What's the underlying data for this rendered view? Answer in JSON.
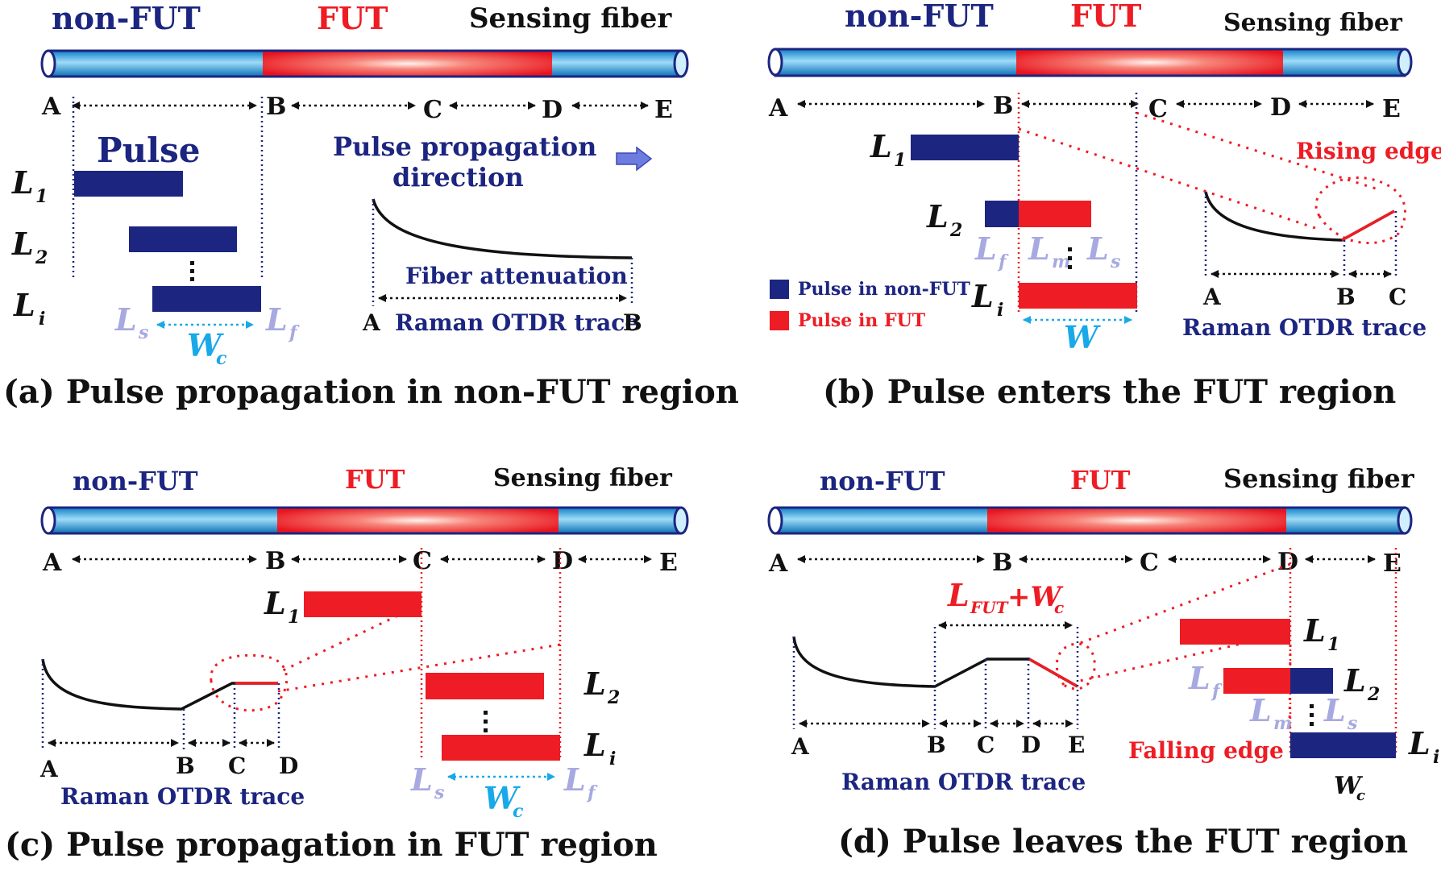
{
  "colors": {
    "navy": "#1c2580",
    "red": "#ee1c24",
    "lilac": "#a7a9e0",
    "cyan": "#19a9e8",
    "black": "#111111"
  },
  "panel_a": {
    "caption": "(a) Pulse propagation in non-FUT region",
    "non_fut": "non-FUT",
    "fut": "FUT",
    "sensing_fiber": "Sensing fiber",
    "points": [
      "A",
      "B",
      "C",
      "D",
      "E"
    ],
    "pulse_title": "Pulse",
    "direction_line1": "Pulse propagation",
    "direction_line2": "direction",
    "L": "L",
    "sub1": "1",
    "sub2": "2",
    "subi": "i",
    "Ls": "L",
    "Ls_sub": "s",
    "Lf": "L",
    "Lf_sub": "f",
    "Wc": "W",
    "Wc_sub": "c",
    "fiber_attenuation": "Fiber attenuation",
    "trace_label": "Raman OTDR trace",
    "trace_start": "A",
    "trace_end": "B"
  },
  "panel_b": {
    "caption": "(b) Pulse enters the FUT region",
    "non_fut": "non-FUT",
    "fut": "FUT",
    "sensing_fiber": "Sensing fiber",
    "points": [
      "A",
      "B",
      "C",
      "D",
      "E"
    ],
    "rising_edge": "Rising edge",
    "L": "L",
    "sub1": "1",
    "sub2": "2",
    "subi": "i",
    "Lf": "L",
    "Lf_sub": "f",
    "Lm": "L",
    "Lm_sub": "m",
    "Ls": "L",
    "Ls_sub": "s",
    "W": "W",
    "legend_nonfut": "Pulse in non-FUT",
    "legend_fut": "Pulse in FUT",
    "trace_points": [
      "A",
      "B",
      "C"
    ],
    "trace_label": "Raman OTDR trace"
  },
  "panel_c": {
    "caption": "(c) Pulse propagation in FUT region",
    "non_fut": "non-FUT",
    "fut": "FUT",
    "sensing_fiber": "Sensing fiber",
    "points": [
      "A",
      "B",
      "C",
      "D",
      "E"
    ],
    "L": "L",
    "sub1": "1",
    "sub2": "2",
    "subi": "i",
    "Ls": "L",
    "Ls_sub": "s",
    "Lf": "L",
    "Lf_sub": "f",
    "Wc": "W",
    "Wc_sub": "c",
    "trace_points": [
      "A",
      "B",
      "C",
      "D"
    ],
    "trace_label": "Raman OTDR trace"
  },
  "panel_d": {
    "caption": "(d) Pulse leaves the FUT region",
    "non_fut": "non-FUT",
    "fut": "FUT",
    "sensing_fiber": "Sensing fiber",
    "points": [
      "A",
      "B",
      "C",
      "D",
      "E"
    ],
    "lfut_L": "L",
    "lfut_sub": "FUT",
    "lfut_plus": "+W",
    "lfut_c": "c",
    "L": "L",
    "sub1": "1",
    "sub2": "2",
    "subi": "i",
    "Lf": "L",
    "Lf_sub": "f",
    "Lm": "L",
    "Lm_sub": "m",
    "Ls": "L",
    "Ls_sub": "s",
    "falling_edge": "Falling edge",
    "Wc": "W",
    "Wc_sub": "c",
    "trace_points": [
      "A",
      "B",
      "C",
      "D",
      "E"
    ],
    "trace_label": "Raman OTDR trace"
  }
}
